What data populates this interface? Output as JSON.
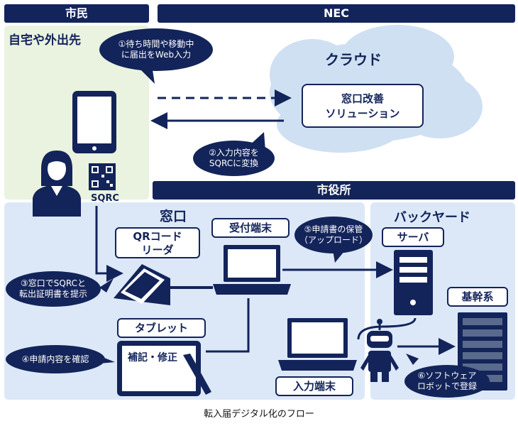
{
  "headers": {
    "citizen": "市民",
    "nec": "NEC",
    "city_hall": "市役所"
  },
  "zones": {
    "home": "自宅や外出先",
    "cloud": "クラウド",
    "window": "窓口",
    "backyard": "バックヤード"
  },
  "cloud_box": {
    "line1": "窓口改善",
    "line2": "ソリューション"
  },
  "labels": {
    "sqrc": "SQRC",
    "qr_reader_line1": "QRコード",
    "qr_reader_line2": "リーダ",
    "reception_terminal": "受付端末",
    "tablet": "タブレット",
    "tablet_screen": "補記・修正",
    "input_terminal": "入力端末",
    "server": "サーバ",
    "core_system": "基幹系"
  },
  "steps": {
    "s1": "①待ち時間や移動中\nに届出をWeb入力",
    "s2": "②入力内容を\nSQRCに変換",
    "s3": "③窓口でSQRCと\n転出証明書を提示",
    "s4": "④申請内容を確認",
    "s5": "⑤申請書の保管\n（アップロード）",
    "s6": "⑥ソフトウェア\nロボットで登録"
  },
  "caption": "転入届デジタル化のフロー",
  "colors": {
    "navy": "#13245a",
    "green_panel": "#eaf3df",
    "blue_panel": "#dce8f7",
    "cloud": "#cfe0f3"
  }
}
